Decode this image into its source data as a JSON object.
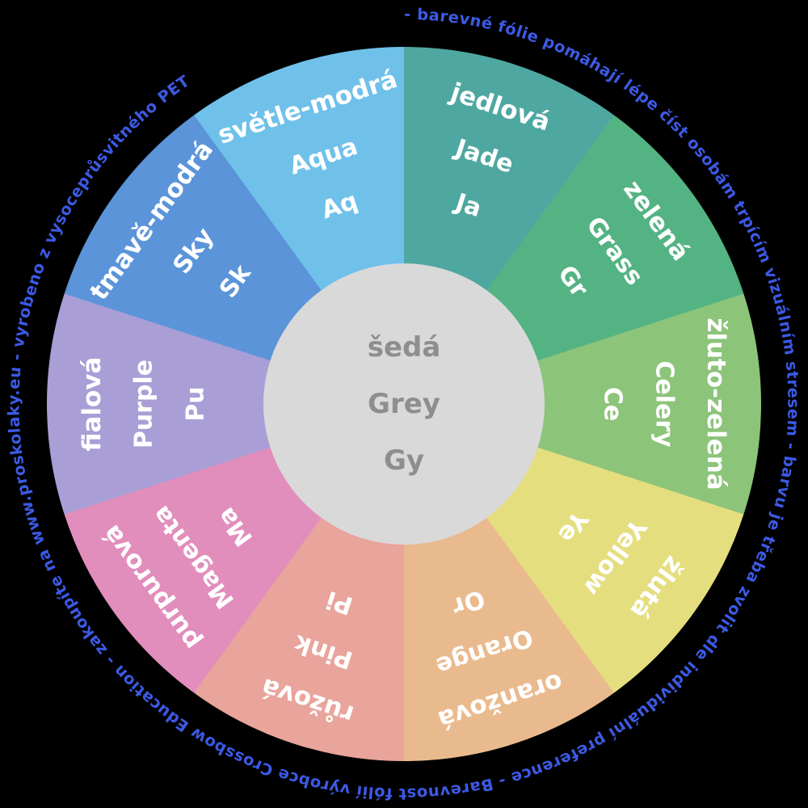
{
  "background_color": "#000000",
  "outer_text": {
    "content": "- barevné fólie pomáhají lépe číst osobám trpícím vizuálním stresem - barvu je třeba zvolit dle individuální preference - Barevnost fólií výrobce Crossbow Education - zakoupíte na www.proskolaky.eu - vyrobeno z vysoceprůsvitného PET ",
    "color": "#3c5ae5"
  },
  "center": {
    "czech": "šedá",
    "english": "Grey",
    "code": "Gy",
    "bg": "#d9d9d9",
    "text_color": "#8e8e8e"
  },
  "chart_data": {
    "type": "pie",
    "start_angle_deg": 0,
    "segment_angle_deg": 36,
    "center_label": {
      "czech": "šedá",
      "english": "Grey",
      "code": "Gy"
    },
    "segments": [
      {
        "czech": "jedlová",
        "english": "Jade",
        "code": "Ja",
        "color": "#4fa7a1"
      },
      {
        "czech": "zelená",
        "english": "Grass",
        "code": "Gr",
        "color": "#54b383"
      },
      {
        "czech": "žluto-zelená",
        "english": "Celery",
        "code": "Ce",
        "color": "#8cc47a"
      },
      {
        "czech": "žlutá",
        "english": "Yellow",
        "code": "Ye",
        "color": "#e4de7e"
      },
      {
        "czech": "oranžová",
        "english": "Orange",
        "code": "Or",
        "color": "#eaba8f"
      },
      {
        "czech": "růžová",
        "english": "Pink",
        "code": "Pi",
        "color": "#e9a49b"
      },
      {
        "czech": "purpurová",
        "english": "Magenta",
        "code": "Ma",
        "color": "#e18ebc"
      },
      {
        "czech": "fialová",
        "english": "Purple",
        "code": "Pu",
        "color": "#a99ed6"
      },
      {
        "czech": "tmavě-modrá",
        "english": "Sky",
        "code": "Sk",
        "color": "#5b94d9"
      },
      {
        "czech": "světle-modrá",
        "english": "Aqua",
        "code": "Aq",
        "color": "#6fc1ea"
      }
    ]
  }
}
